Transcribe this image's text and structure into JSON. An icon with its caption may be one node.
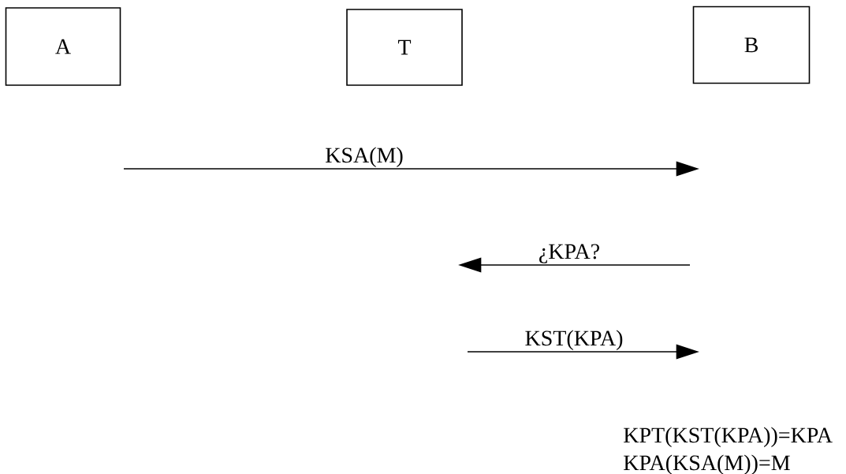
{
  "diagram": {
    "nodes": [
      {
        "text": [
          "A"
        ]
      },
      {
        "text": [
          "T"
        ]
      },
      {
        "text": [
          "B"
        ]
      }
    ],
    "labels": [
      "KSA(M)",
      "¿KPA?",
      "KST(KPA)",
      "KPT(KST(KPA))=KPA",
      "KPA(KSA(M))=M"
    ]
  }
}
